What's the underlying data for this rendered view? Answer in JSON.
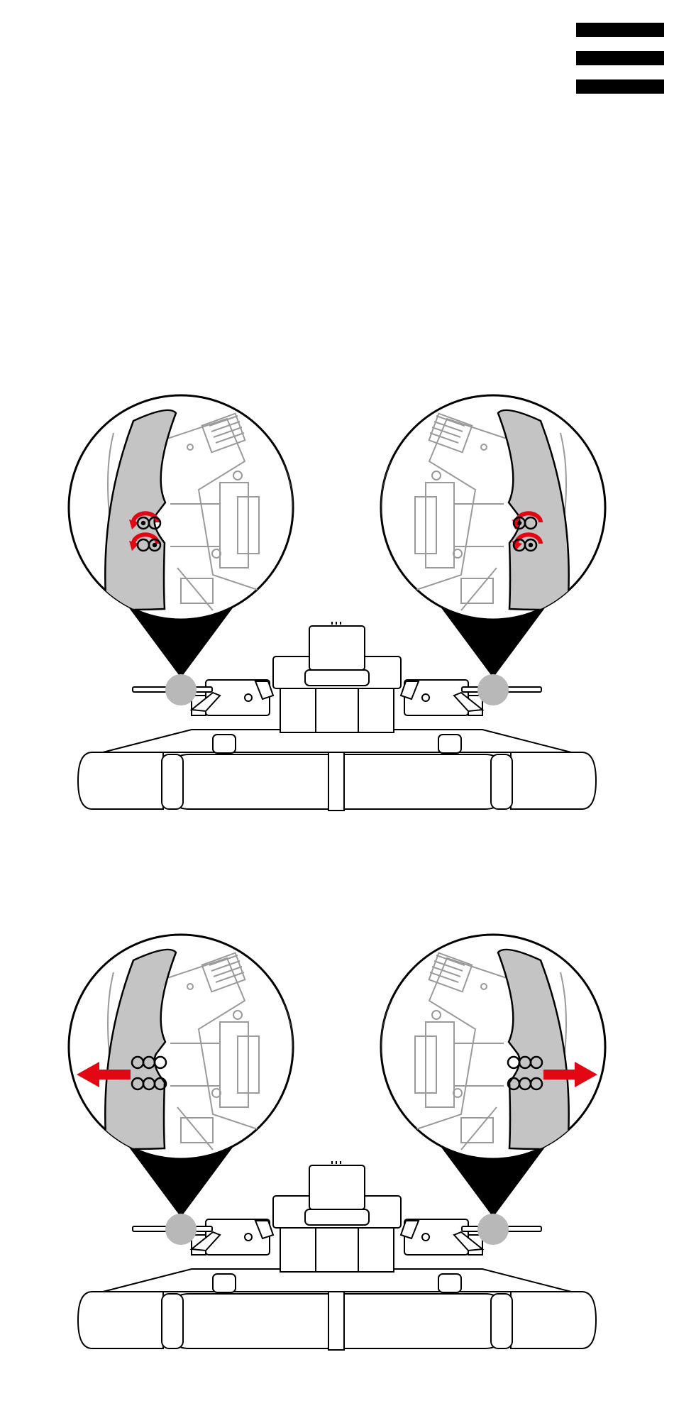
{
  "header": {
    "menu_icon": "hamburger-menu-icon"
  },
  "colors": {
    "background": "#ffffff",
    "line": "#000000",
    "paddle_fill": "#c4c4c4",
    "highlight_spot": "#b8b8b8",
    "action_red": "#e30613",
    "detail_gray": "#9a9a9a"
  },
  "steps": [
    {
      "action": "unscrew",
      "icons": [
        "paddle-detail-magnifier",
        "rotate-arrow-icon",
        "wheel-base-drawing"
      ]
    },
    {
      "action": "pull-outward",
      "icons": [
        "paddle-detail-magnifier",
        "pull-arrow-icon",
        "wheel-base-drawing"
      ]
    }
  ]
}
